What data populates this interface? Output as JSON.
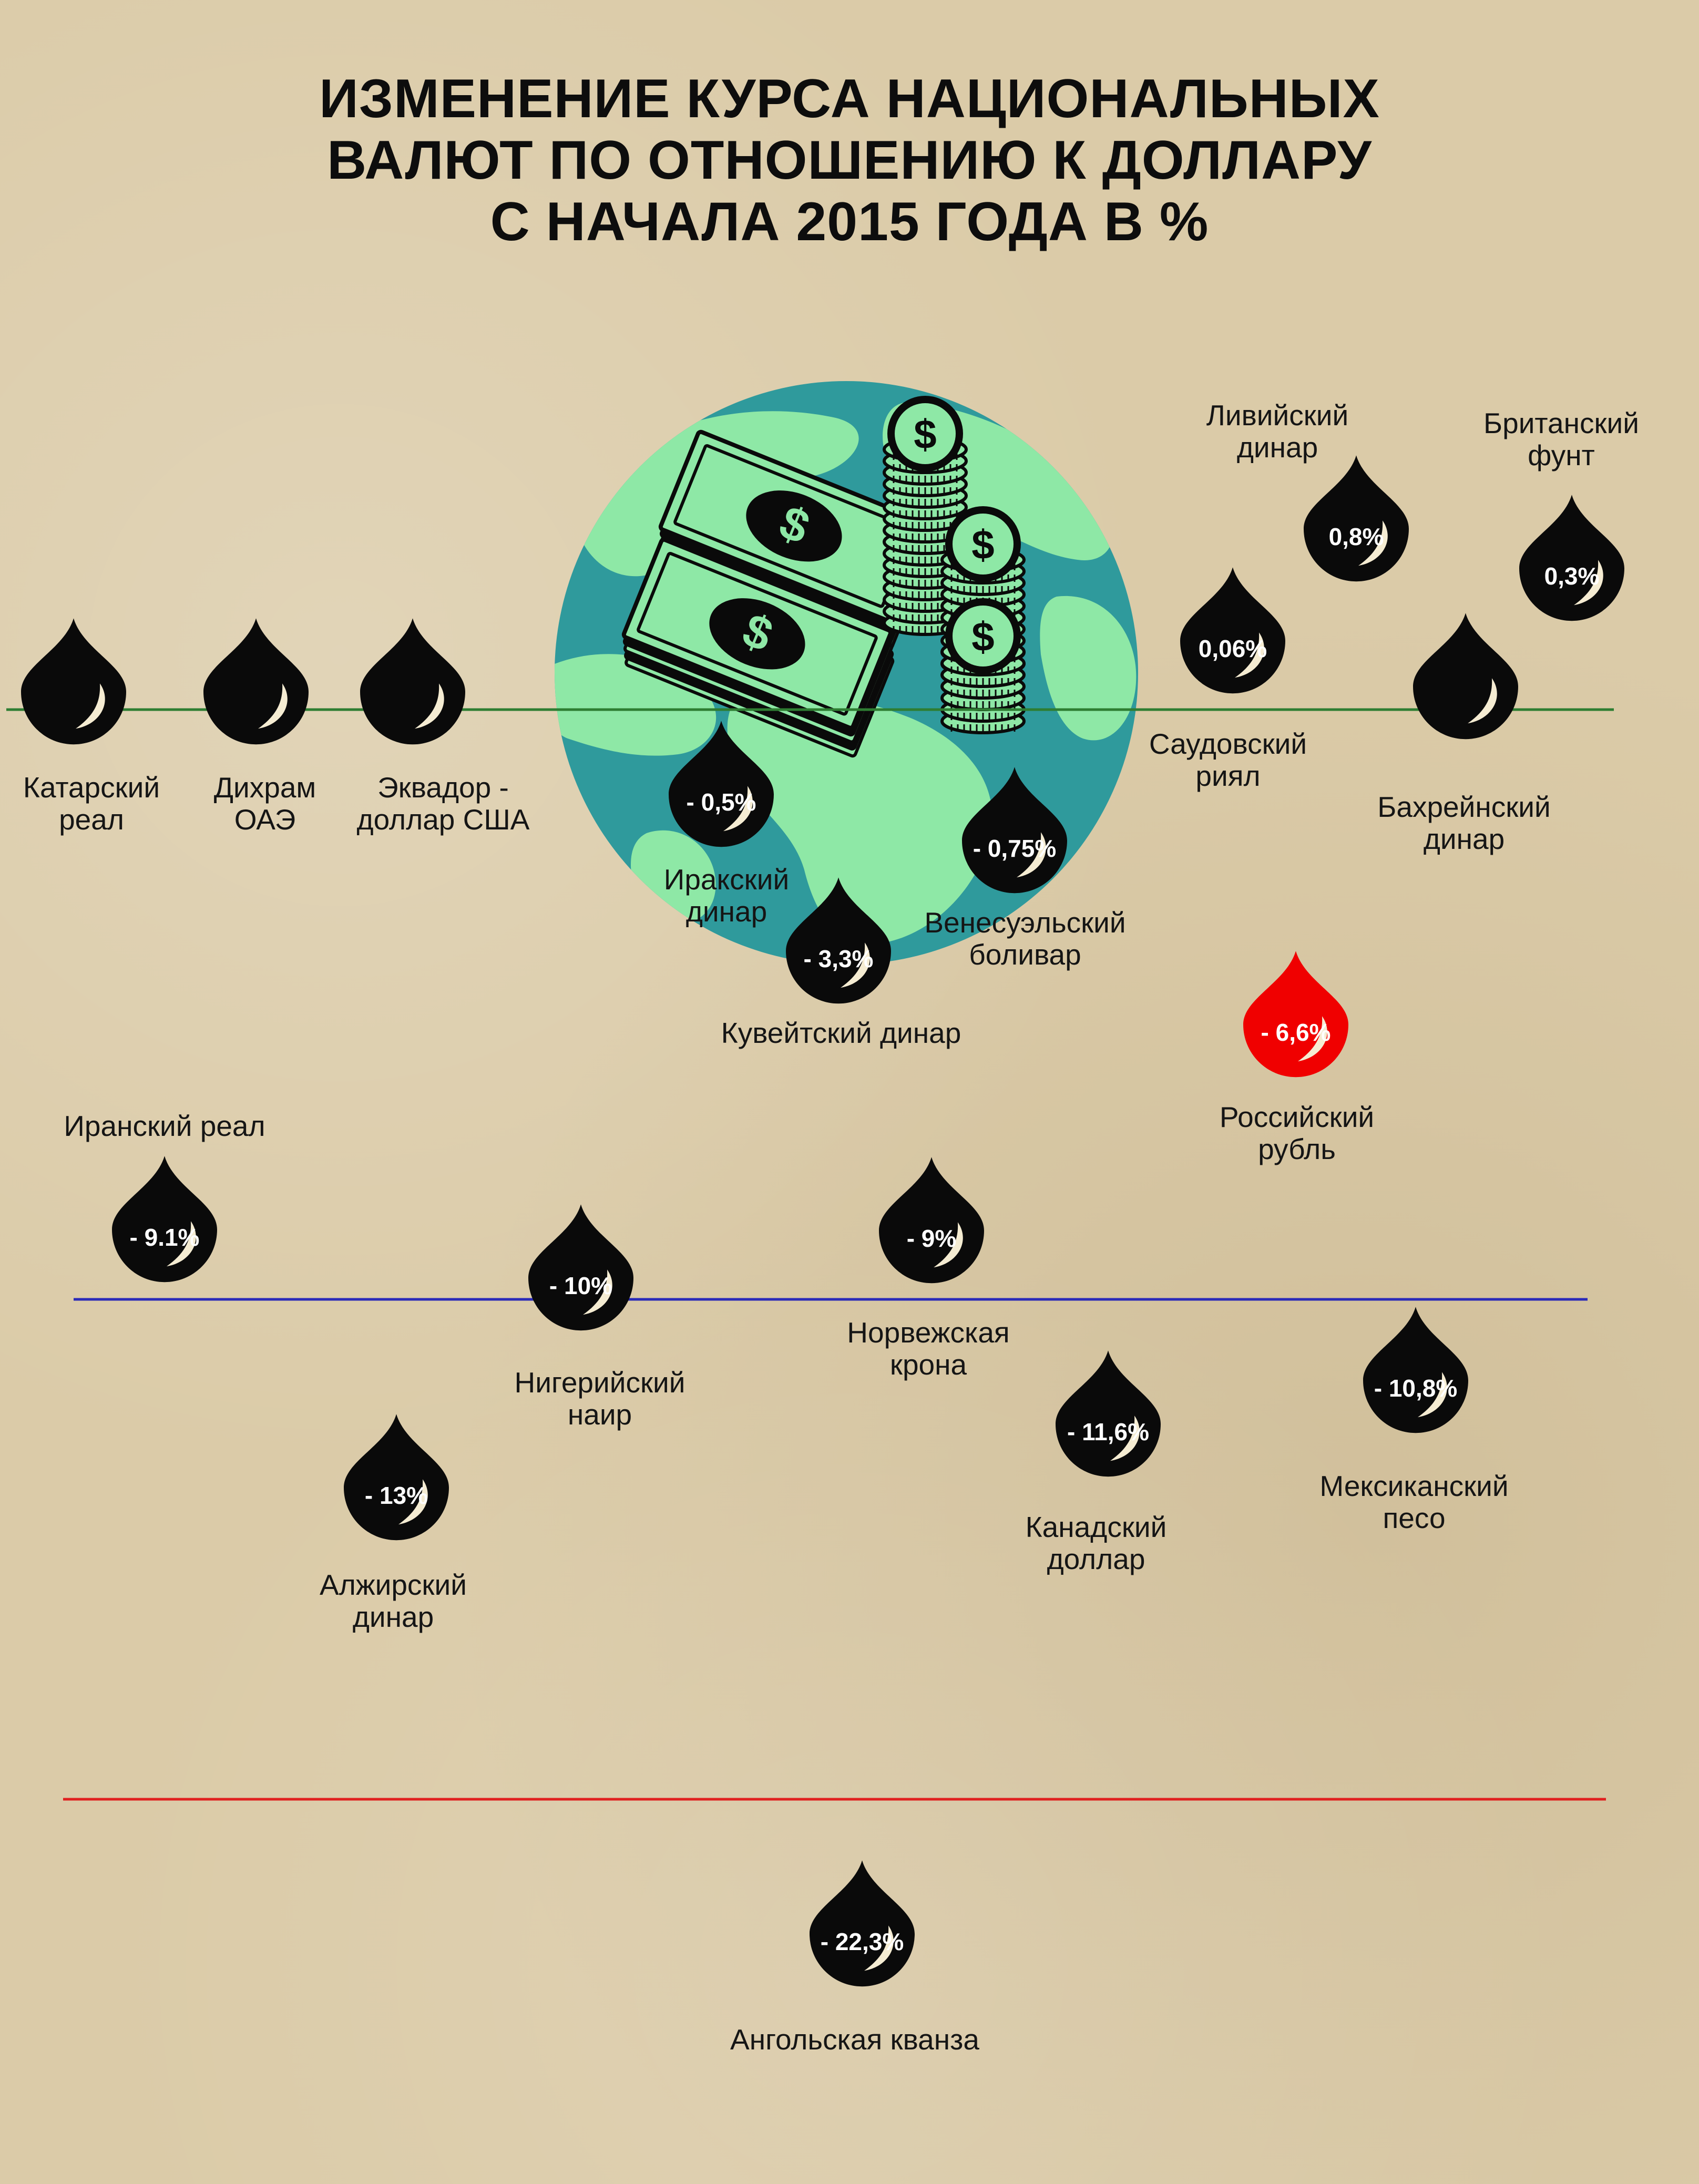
{
  "title": [
    "ИЗМЕНЕНИЕ КУРСА НАЦИОНАЛЬНЫХ",
    "ВАЛЮТ ПО ОТНОШЕНИЮ К ДОЛЛАРУ",
    "С НАЧАЛА 2015 ГОДА В %"
  ],
  "colors": {
    "background": "#dbcba8",
    "drop": "#0a0a0a",
    "highlight_drop": "#f00000",
    "line_zero": "#2e7d32",
    "line_mid": "#2a2ab8",
    "line_low": "#e0201f",
    "globe_ocean": "#2f9a9c",
    "globe_land": "#8ee8a6"
  },
  "illustration": {
    "name": "globe-with-money",
    "icons": [
      "globe-icon",
      "banknote-icon",
      "dollar-coin-stack-icon"
    ]
  },
  "chart_data": {
    "type": "scatter",
    "title": "ИЗМЕНЕНИЕ КУРСА НАЦИОНАЛЬНЫХ ВАЛЮТ ПО ОТНОШЕНИЮ К ДОЛЛАРУ С НАЧАЛА 2015 ГОДА В %",
    "unit": "%",
    "marker": "oil-drop",
    "reference_lines": [
      {
        "value": 0,
        "color": "#2e7d32"
      },
      {
        "value": -10,
        "color": "#2a2ab8"
      },
      {
        "value": -20,
        "color": "#e0201f"
      }
    ],
    "points": [
      {
        "currency": [
          "Катарский",
          "реал"
        ],
        "value": 0,
        "label": ""
      },
      {
        "currency": [
          "Дихрам",
          "ОАЭ"
        ],
        "value": 0,
        "label": ""
      },
      {
        "currency": [
          "Эквадор -",
          "доллар США"
        ],
        "value": 0,
        "label": ""
      },
      {
        "currency": [
          "Ливийский",
          "динар"
        ],
        "value": 0.8,
        "label": "0,8%"
      },
      {
        "currency": [
          "Британский",
          "фунт"
        ],
        "value": 0.3,
        "label": "0,3%"
      },
      {
        "currency": [
          "Саудовский",
          "риял"
        ],
        "value": 0.06,
        "label": "0,06%"
      },
      {
        "currency": [
          "Бахрейнский",
          "динар"
        ],
        "value": 0,
        "label": ""
      },
      {
        "currency": [
          "Иракский",
          "динар"
        ],
        "value": -0.5,
        "label": "- 0,5%"
      },
      {
        "currency": [
          "Венесуэльский",
          "боливар"
        ],
        "value": -0.75,
        "label": "- 0,75%"
      },
      {
        "currency": [
          "Кувейтский динар"
        ],
        "value": -3.3,
        "label": "- 3,3%"
      },
      {
        "currency": [
          "Российский",
          "рубль"
        ],
        "value": -6.6,
        "label": "- 6,6%",
        "highlight": true
      },
      {
        "currency": [
          "Иранский реал"
        ],
        "value": -9.1,
        "label": "- 9.1%"
      },
      {
        "currency": [
          "Нигерийский",
          "наир"
        ],
        "value": -10,
        "label": "- 10%"
      },
      {
        "currency": [
          "Норвежская",
          "крона"
        ],
        "value": -9,
        "label": "- 9%"
      },
      {
        "currency": [
          "Мексиканский",
          "песо"
        ],
        "value": -10.8,
        "label": "- 10,8%"
      },
      {
        "currency": [
          "Канадский",
          "доллар"
        ],
        "value": -11.6,
        "label": "- 11,6%"
      },
      {
        "currency": [
          "Алжирский",
          "динар"
        ],
        "value": -13,
        "label": "- 13%"
      },
      {
        "currency": [
          "Ангольская кванза"
        ],
        "value": -22.3,
        "label": "- 22,3%"
      }
    ]
  }
}
